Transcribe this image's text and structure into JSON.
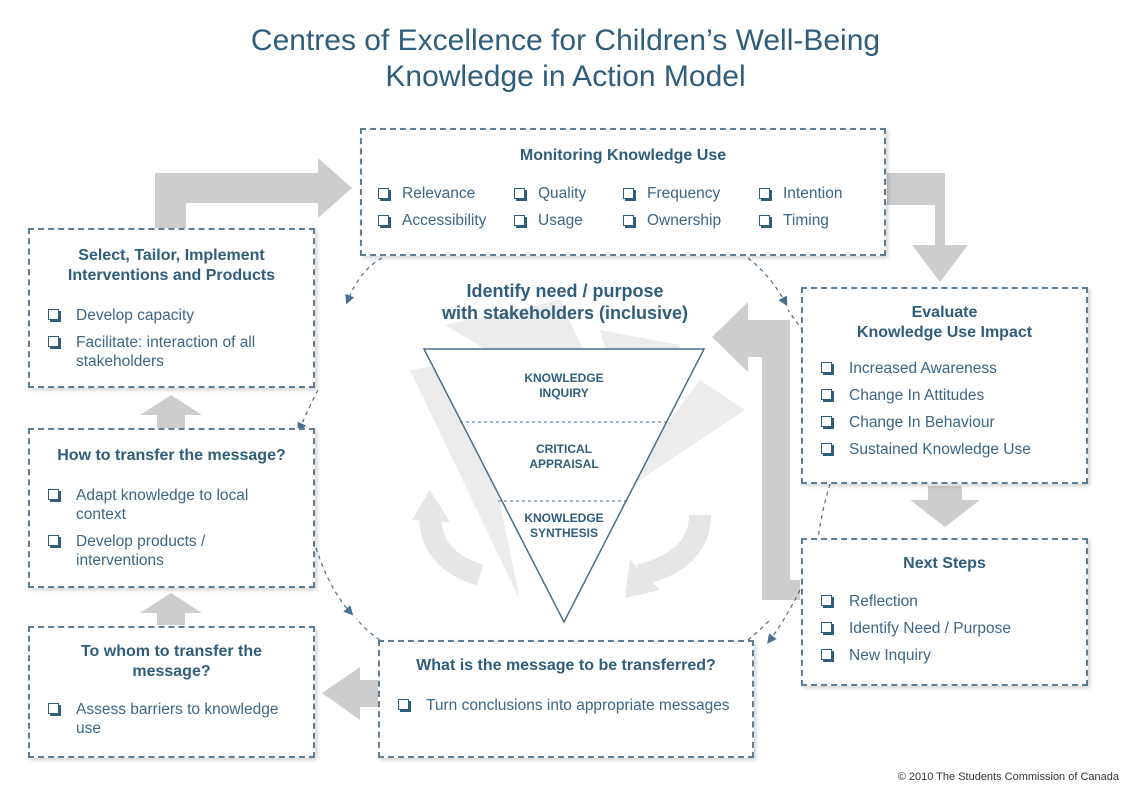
{
  "title": {
    "line1": "Centres of Excellence for Children’s Well-Being",
    "line2": "Knowledge in Action Model"
  },
  "center": {
    "title": "Identify need / purpose\nwith stakeholders (inclusive)",
    "levels": [
      "KNOWLEDGE\nINQUIRY",
      "CRITICAL\nAPPRAISAL",
      "KNOWLEDGE\nSYNTHESIS"
    ]
  },
  "monitoring": {
    "title": "Monitoring Knowledge Use",
    "items": [
      "Relevance",
      "Quality",
      "Frequency",
      "Intention",
      "Accessibility",
      "Usage",
      "Ownership",
      "Timing"
    ]
  },
  "evaluate": {
    "title": "Evaluate\nKnowledge Use Impact",
    "items": [
      "Increased Awareness",
      "Change In Attitudes",
      "Change In Behaviour",
      "Sustained Knowledge Use"
    ]
  },
  "next_steps": {
    "title": "Next Steps",
    "items": [
      "Reflection",
      "Identify Need / Purpose",
      "New Inquiry"
    ]
  },
  "message": {
    "title": "What is the message to be transferred?",
    "items": [
      "Turn conclusions into appropriate messages"
    ]
  },
  "to_whom": {
    "title": "To whom to transfer the\nmessage?",
    "items": [
      "Assess barriers to knowledge use"
    ]
  },
  "how": {
    "title": "How to transfer the message?",
    "items": [
      "Adapt knowledge to local context",
      "Develop products / interventions"
    ]
  },
  "select": {
    "title": "Select, Tailor, Implement\nInterventions and Products",
    "items": [
      "Develop capacity",
      "Facilitate: interaction of all stakeholders"
    ]
  },
  "copyright": "© 2010 The Students Commission of Canada",
  "colors": {
    "text": "#2f5d7c",
    "border": "#5e7d94",
    "arrow": "#cdcdcd"
  }
}
